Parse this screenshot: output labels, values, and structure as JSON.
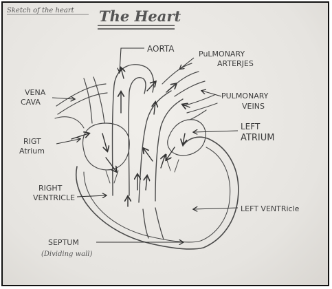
{
  "sketch_caption": "Sketch of the heart",
  "title": "The Heart",
  "labels": {
    "aorta": "AORTA",
    "pulmonary_arteries_1": "PuLMONARY",
    "pulmonary_arteries_2": "ARTERJES",
    "pulmonary_veins_1": "PULMONARY",
    "pulmonary_veins_2": "VEINS",
    "vena_cava_1": "VENA",
    "vena_cava_2": "CAVA",
    "right_atrium_1": "RIGT",
    "right_atrium_2": "Atrium",
    "left_atrium_1": "LEFT",
    "left_atrium_2": "ATRIUM",
    "right_ventricle_1": "RIGHT",
    "right_ventricle_2": "VENTRICLE",
    "left_ventricle": "LEFT VENTRicle",
    "septum_1": "SEPTUM",
    "septum_2": "(Dividing wall)"
  }
}
